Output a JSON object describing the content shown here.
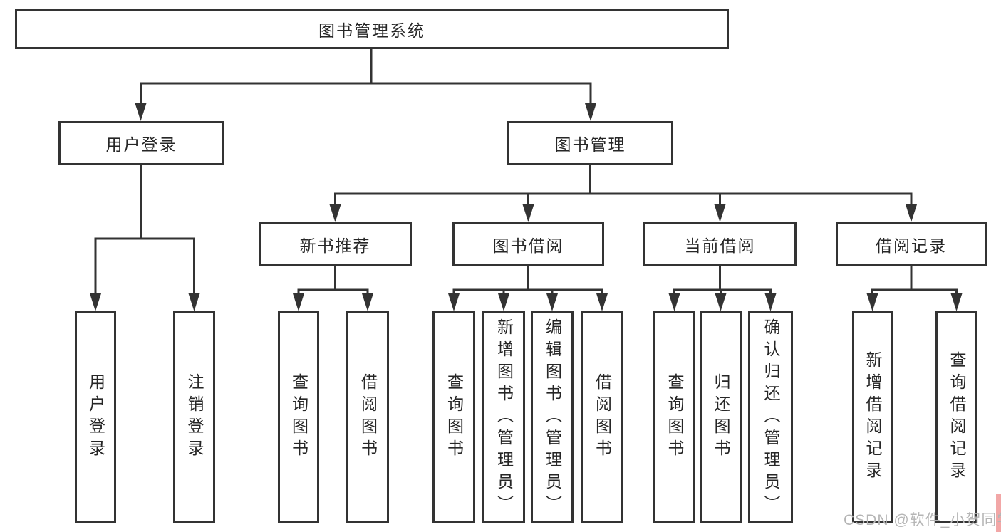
{
  "tree": {
    "root": "图书管理系统",
    "branches": [
      {
        "label": "用户登录",
        "leaves": [
          "用户登录",
          "注销登录"
        ]
      },
      {
        "label": "图书管理",
        "groups": [
          {
            "label": "新书推荐",
            "leaves": [
              "查询图书",
              "借阅图书"
            ]
          },
          {
            "label": "图书借阅",
            "leaves": [
              "查询图书",
              "新增图书（管理员）",
              "编辑图书（管理员）",
              "借阅图书"
            ]
          },
          {
            "label": "当前借阅",
            "leaves": [
              "查询图书",
              "归还图书",
              "确认归还（管理员）"
            ]
          },
          {
            "label": "借阅记录",
            "leaves": [
              "新增借阅记录",
              "查询借阅记录"
            ]
          }
        ]
      }
    ]
  },
  "watermark": {
    "text": "CSDN @软件_小贺同学"
  },
  "colors": {
    "line": "#333333",
    "text": "#262626",
    "watermark": "#b5b5b5",
    "logo_fragment": "#f2a7a7",
    "background": "#ffffff"
  }
}
